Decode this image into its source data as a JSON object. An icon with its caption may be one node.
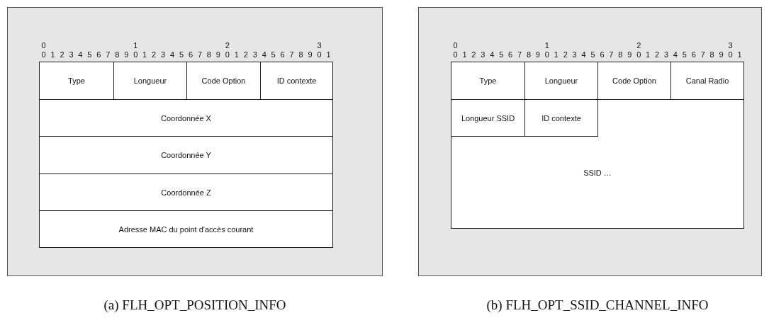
{
  "diagram": {
    "nodes": [
      {
        "text": [],
        "shape": "box",
        "beside": [
          "(a) FLH_OPT_POSITION_INFO"
        ]
      },
      {
        "text": [
          "Type"
        ],
        "in": 0
      },
      {
        "text": [
          "Longueur"
        ],
        "in": 0
      },
      {
        "text": [
          "Code Option"
        ],
        "in": 0
      },
      {
        "text": [
          "ID contexte"
        ],
        "in": 0
      },
      {
        "text": [
          "Coordonnée X"
        ],
        "in": 0
      },
      {
        "text": [
          "Coordonnée Y"
        ],
        "in": 0
      },
      {
        "text": [
          "Coordonnée Z"
        ],
        "in": 0
      },
      {
        "text": [
          "Adresse MAC du point d'accès courant"
        ],
        "in": 0
      },
      {
        "text": [],
        "shape": "box",
        "beside": [
          "(b) FLH_OPT_SSID_CHANNEL_INFO"
        ]
      },
      {
        "text": [
          "Type"
        ],
        "in": 9
      },
      {
        "text": [
          "Longueur"
        ],
        "in": 9
      },
      {
        "text": [
          "Code Option"
        ],
        "in": 9
      },
      {
        "text": [
          "Canal Radio"
        ],
        "in": 9
      },
      {
        "text": [
          "SSID …"
        ],
        "in": 9
      },
      {
        "text": [
          "Longueur SSID"
        ],
        "in": 14
      },
      {
        "text": [
          "ID contexte"
        ],
        "in": 14
      }
    ],
    "labels": [
      "0",
      "1",
      "2",
      "3",
      "0 1 2 3 4 5 6 7 8 9 0 1 2 3 4 5 6 7 8 9 0 1 2 3 4 5 6 7 8 9 0 1",
      "0",
      "1",
      "2",
      "3",
      "0 1 2 3 4 5 6 7 8 9 0 1 2 3 4 5 6 7 8 9 0 1 2 3 4 5 6 7 8 9 0 1"
    ]
  }
}
